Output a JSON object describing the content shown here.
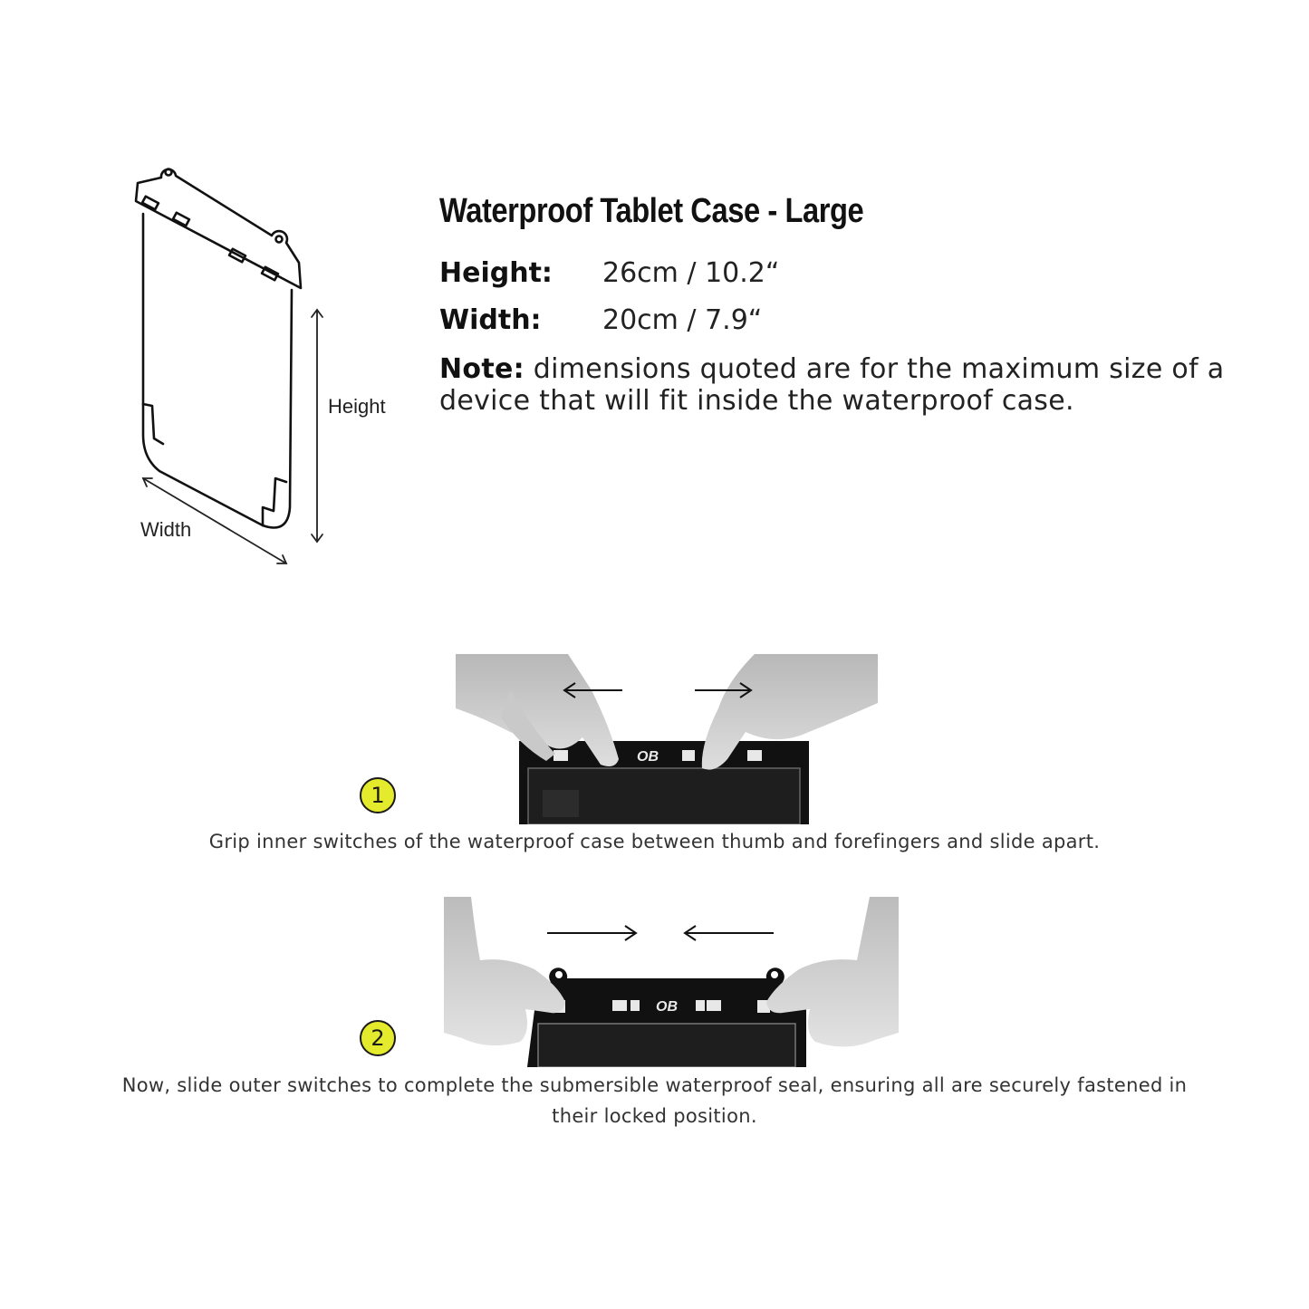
{
  "product": {
    "title": "Waterproof Tablet Case - Large"
  },
  "specs": {
    "height_label": "Height:",
    "height_value": "26cm / 10.2“",
    "width_label": "Width:",
    "width_value": "20cm / 7.9“"
  },
  "note": {
    "label": "Note:",
    "text": " dimensions quoted are for the maximum size of a device that will fit inside the waterproof case."
  },
  "diagram": {
    "height_label": "Height",
    "width_label": "Width"
  },
  "steps": [
    {
      "number": "1",
      "caption": "Grip inner switches of the waterproof case between thumb and forefingers and slide apart."
    },
    {
      "number": "2",
      "caption": "Now, slide outer switches to complete the submersible waterproof seal, ensuring all are securely fastened in their locked position."
    }
  ],
  "brand": {
    "logo_text": "OB",
    "badge_color": "#e4ea2c"
  }
}
